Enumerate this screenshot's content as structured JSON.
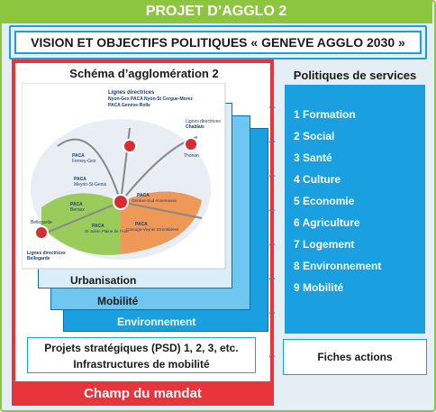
{
  "header": {
    "title": "PROJET D’AGGLO 2"
  },
  "vision": {
    "title": "VISION ET OBJECTIFS POLITIQUES « GENEVE AGGLO 2030 »"
  },
  "schema": {
    "title": "Schéma d’agglomération 2",
    "map_labels": {
      "lignes_top": "Lignes directrices",
      "lignes_top_sub1": "Nyon-Gex PACA Nyon-St Cergue-Morez",
      "lignes_top_sub2": "PACA Genève-Rolle",
      "lignes_right": "Lignes directrices",
      "lignes_right_sub": "Chablais",
      "thonon": "Thonon",
      "paca_ferney": "PACA",
      "paca_ferney_sub": "Ferney-Gex",
      "paca_meyrin": "PACA",
      "paca_meyrin_sub": "Meyrin-St-Genis",
      "paca_bernex": "PACA",
      "paca_bernex_sub": "Bernex",
      "paca_stjulien": "PACA",
      "paca_stjulien_sub": "St-Julien Plaine de l'Aire",
      "paca_genevesud": "PACA",
      "paca_genevesud_sub": "Genève-Sud Annemasse",
      "paca_carouge": "PACA",
      "paca_carouge_sub": "Carouge-Veyrier Etrembières",
      "bellegarde": "Bellegarde",
      "lignes_bottom": "Lignes directrices",
      "lignes_bottom_sub": "Bellegarde"
    }
  },
  "layers": [
    {
      "label": "Urbanisation",
      "color": "#ffffff"
    },
    {
      "label": "Mobilité",
      "color": "#6fc7f0"
    },
    {
      "label": "Environnement",
      "color": "#1a9fe0"
    }
  ],
  "psd": {
    "line1": "Projets stratégiques (PSD) 1, 2, 3, etc.",
    "line2": "Infrastructures de mobilité"
  },
  "mandat": {
    "label": "Champ du mandat"
  },
  "services": {
    "title": "Politiques de services",
    "items": [
      {
        "num": "1",
        "label": "Formation"
      },
      {
        "num": "2",
        "label": "Social"
      },
      {
        "num": "3",
        "label": "Santé"
      },
      {
        "num": "4",
        "label": "Culture"
      },
      {
        "num": "5",
        "label": "Economie"
      },
      {
        "num": "6",
        "label": "Agriculture"
      },
      {
        "num": "7",
        "label": "Logement"
      },
      {
        "num": "8",
        "label": "Environnement"
      },
      {
        "num": "9",
        "label": "Mobilité"
      }
    ]
  },
  "fiches": {
    "label": "Fiches actions"
  },
  "colors": {
    "green": "#8cc63f",
    "blue": "#1a9fe0",
    "red": "#e8353b",
    "orange": "#f08a3c"
  }
}
